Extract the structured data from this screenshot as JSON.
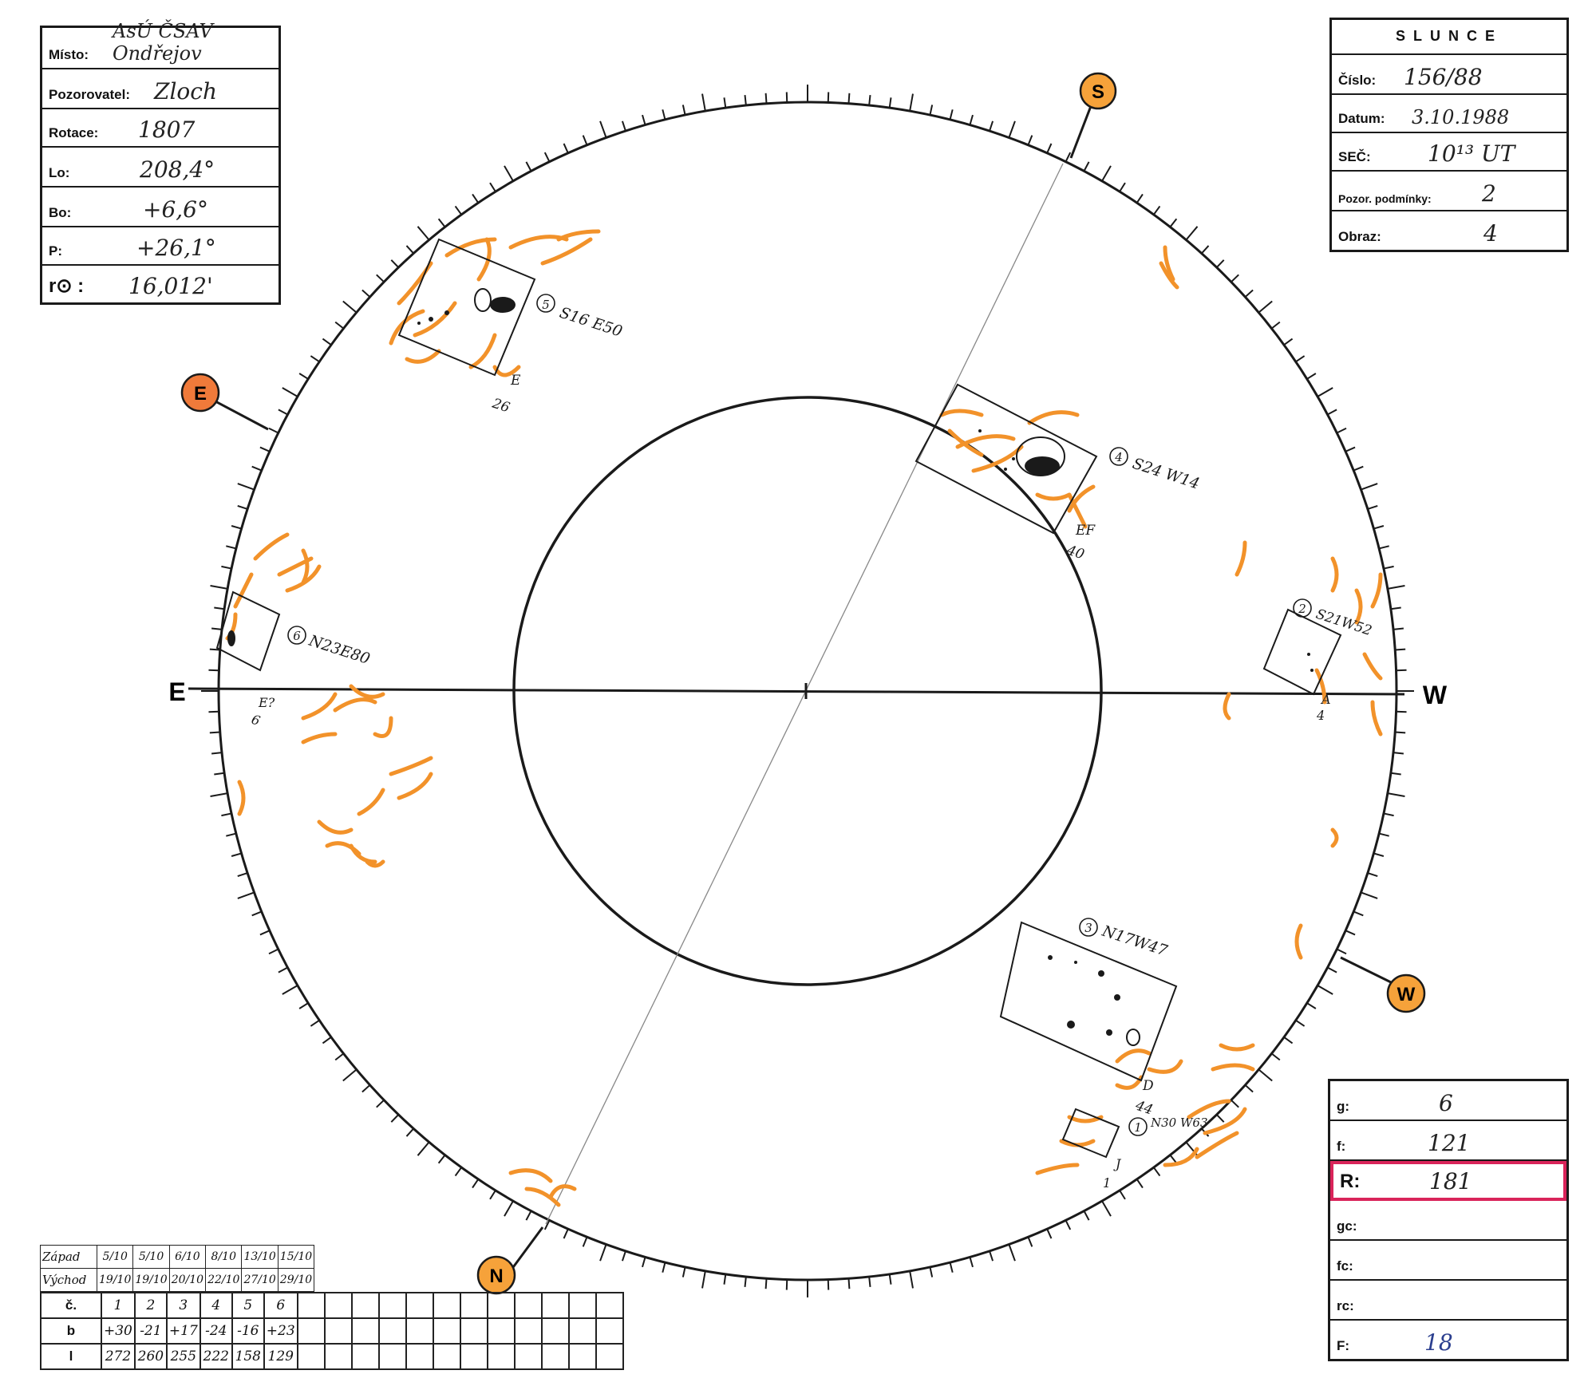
{
  "left_box": {
    "rows": [
      {
        "label": "Místo:",
        "value": "AsÚ ČSAV Ondřejov"
      },
      {
        "label": "Pozorovatel:",
        "value": "Zloch"
      },
      {
        "label": "Rotace:",
        "value": "1807"
      },
      {
        "label": "Lo:",
        "value": "208,4°"
      },
      {
        "label": "Bo:",
        "value": "+6,6°"
      },
      {
        "label": "P:",
        "value": "+26,1°"
      },
      {
        "label": "r⊙ :",
        "value": "16,012'"
      }
    ]
  },
  "right_box": {
    "title": "SLUNCE",
    "rows": [
      {
        "label": "Číslo:",
        "value": "156/88"
      },
      {
        "label": "Datum:",
        "value": "3.10.1988"
      },
      {
        "label": "SEČ:",
        "value": "10¹³ UT"
      },
      {
        "label": "Pozor. podmínky:",
        "value": "2"
      },
      {
        "label": "Obraz:",
        "value": "4"
      }
    ]
  },
  "stats_box": {
    "rows": [
      {
        "label": "g:",
        "value": "6"
      },
      {
        "label": "f:",
        "value": "121"
      },
      {
        "label": "R:",
        "value": "181"
      },
      {
        "label": "gc:",
        "value": ""
      },
      {
        "label": "fc:",
        "value": ""
      },
      {
        "label": "rc:",
        "value": ""
      },
      {
        "label": "F:",
        "value": "18"
      }
    ]
  },
  "diagram": {
    "axis_labels": {
      "east": "E",
      "west": "W"
    },
    "markers": {
      "S": "S",
      "E": "E",
      "W": "W",
      "N": "N"
    },
    "groups": [
      {
        "num": "1",
        "pos": "N30 W63",
        "cls": "J",
        "count": "1"
      },
      {
        "num": "2",
        "pos": "S21W52",
        "cls": "A",
        "count": "4"
      },
      {
        "num": "3",
        "pos": "N17W47",
        "cls": "D",
        "count": "44"
      },
      {
        "num": "4",
        "pos": "S24 W14",
        "cls": "EF",
        "count": "40"
      },
      {
        "num": "5",
        "pos": "S16 E50",
        "cls": "E",
        "count": "26"
      },
      {
        "num": "6",
        "pos": "N23E80",
        "cls": "E?",
        "count": "6"
      }
    ]
  },
  "table": {
    "zapad_label": "Západ",
    "vychod_label": "Východ",
    "zapad": [
      "5/10",
      "5/10",
      "6/10",
      "8/10",
      "13/10",
      "15/10"
    ],
    "vychod": [
      "19/10",
      "19/10",
      "20/10",
      "22/10",
      "27/10",
      "29/10"
    ],
    "c_label": "č.",
    "b_label": "b",
    "l_label": "l",
    "c": [
      "1",
      "2",
      "3",
      "4",
      "5",
      "6"
    ],
    "b": [
      "+30",
      "-21",
      "+17",
      "-24",
      "-16",
      "+23"
    ],
    "l": [
      "272",
      "260",
      "255",
      "222",
      "158",
      "129"
    ]
  }
}
